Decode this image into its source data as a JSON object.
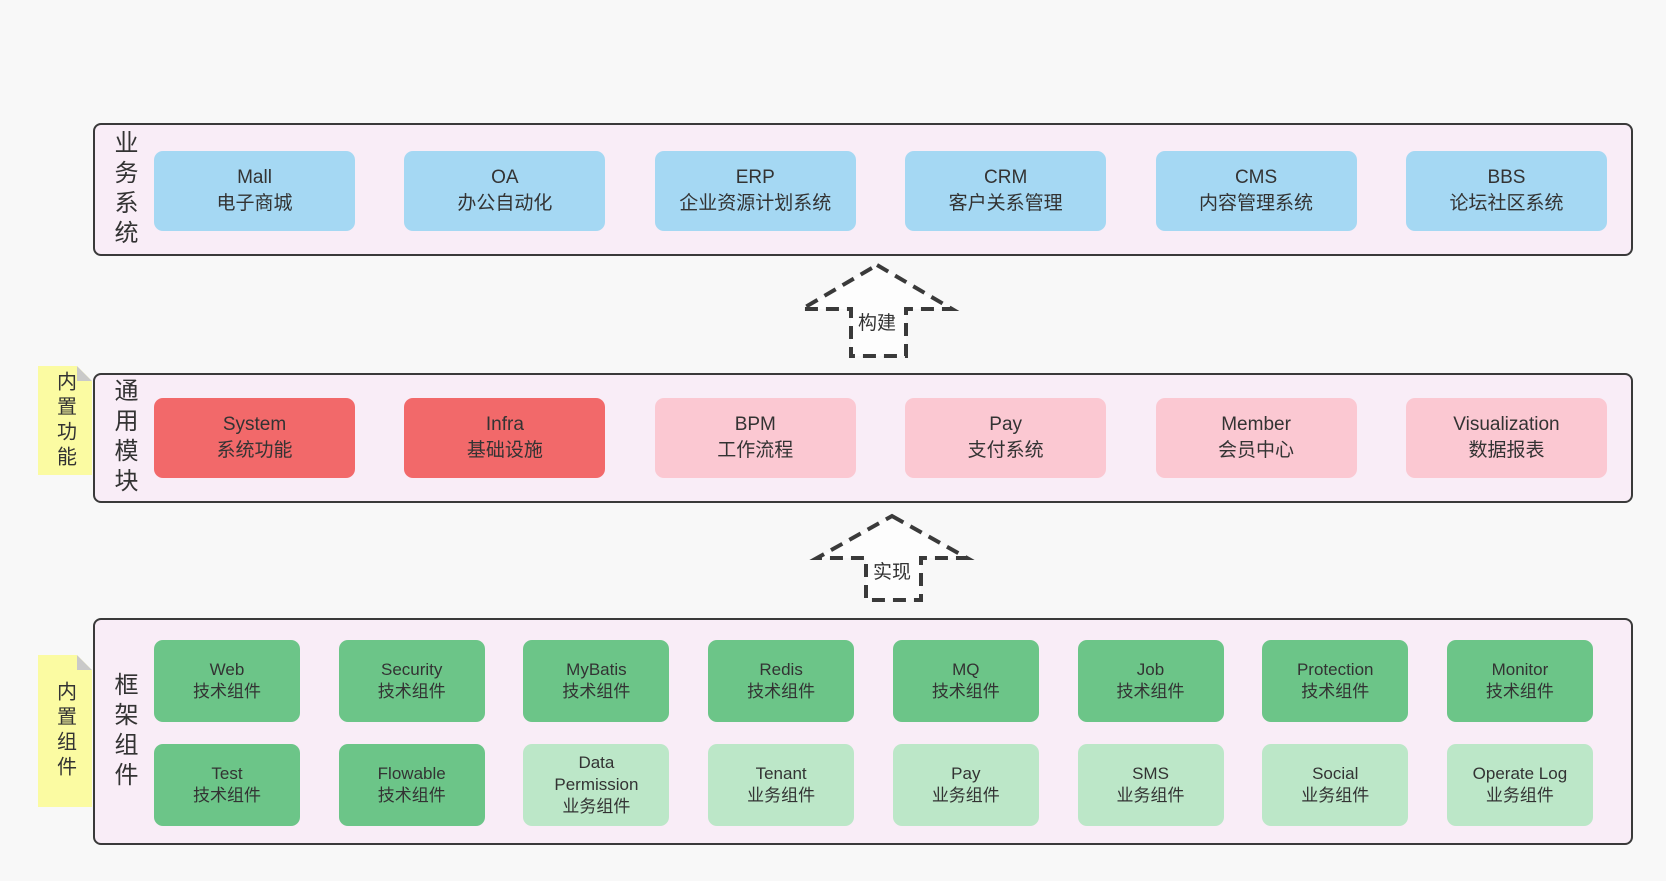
{
  "colors": {
    "page_bg": "#f8f8f8",
    "band_bg": "#f9edf7",
    "band_border": "#3a3a3a",
    "blue_box": "#a5d8f3",
    "red_box": "#f2696a",
    "pink_box": "#fbc8d2",
    "green_dark_box": "#6cc588",
    "green_light_box": "#bce7c8",
    "note_bg": "#fbfba2",
    "note_fold": "#c9c9c9",
    "text": "#333333"
  },
  "arrows": [
    {
      "label": "构建"
    },
    {
      "label": "实现"
    }
  ],
  "bands": [
    {
      "label": "业务系统",
      "boxes": [
        {
          "title": "Mall",
          "subtitle": "电子商城"
        },
        {
          "title": "OA",
          "subtitle": "办公自动化"
        },
        {
          "title": "ERP",
          "subtitle": "企业资源计划系统"
        },
        {
          "title": "CRM",
          "subtitle": "客户关系管理"
        },
        {
          "title": "CMS",
          "subtitle": "内容管理系统"
        },
        {
          "title": "BBS",
          "subtitle": "论坛社区系统"
        }
      ]
    },
    {
      "label": "通用模块",
      "note": "内置功能",
      "boxes": [
        {
          "title": "System",
          "subtitle": "系统功能"
        },
        {
          "title": "Infra",
          "subtitle": "基础设施"
        },
        {
          "title": "BPM",
          "subtitle": "工作流程"
        },
        {
          "title": "Pay",
          "subtitle": "支付系统"
        },
        {
          "title": "Member",
          "subtitle": "会员中心"
        },
        {
          "title": "Visualization",
          "subtitle": "数据报表"
        }
      ]
    },
    {
      "label": "框架组件",
      "note": "内置组件",
      "rows": [
        [
          {
            "title": "Web",
            "subtitle": "技术组件"
          },
          {
            "title": "Security",
            "subtitle": "技术组件"
          },
          {
            "title": "MyBatis",
            "subtitle": "技术组件"
          },
          {
            "title": "Redis",
            "subtitle": "技术组件"
          },
          {
            "title": "MQ",
            "subtitle": "技术组件"
          },
          {
            "title": "Job",
            "subtitle": "技术组件"
          },
          {
            "title": "Protection",
            "subtitle": "技术组件"
          },
          {
            "title": "Monitor",
            "subtitle": "技术组件"
          }
        ],
        [
          {
            "title": "Test",
            "subtitle": "技术组件"
          },
          {
            "title": "Flowable",
            "subtitle": "技术组件"
          },
          {
            "title": "Data Permission",
            "subtitle": "业务组件"
          },
          {
            "title": "Tenant",
            "subtitle": "业务组件"
          },
          {
            "title": "Pay",
            "subtitle": "业务组件"
          },
          {
            "title": "SMS",
            "subtitle": "业务组件"
          },
          {
            "title": "Social",
            "subtitle": "业务组件"
          },
          {
            "title": "Operate Log",
            "subtitle": "业务组件"
          }
        ]
      ]
    }
  ]
}
